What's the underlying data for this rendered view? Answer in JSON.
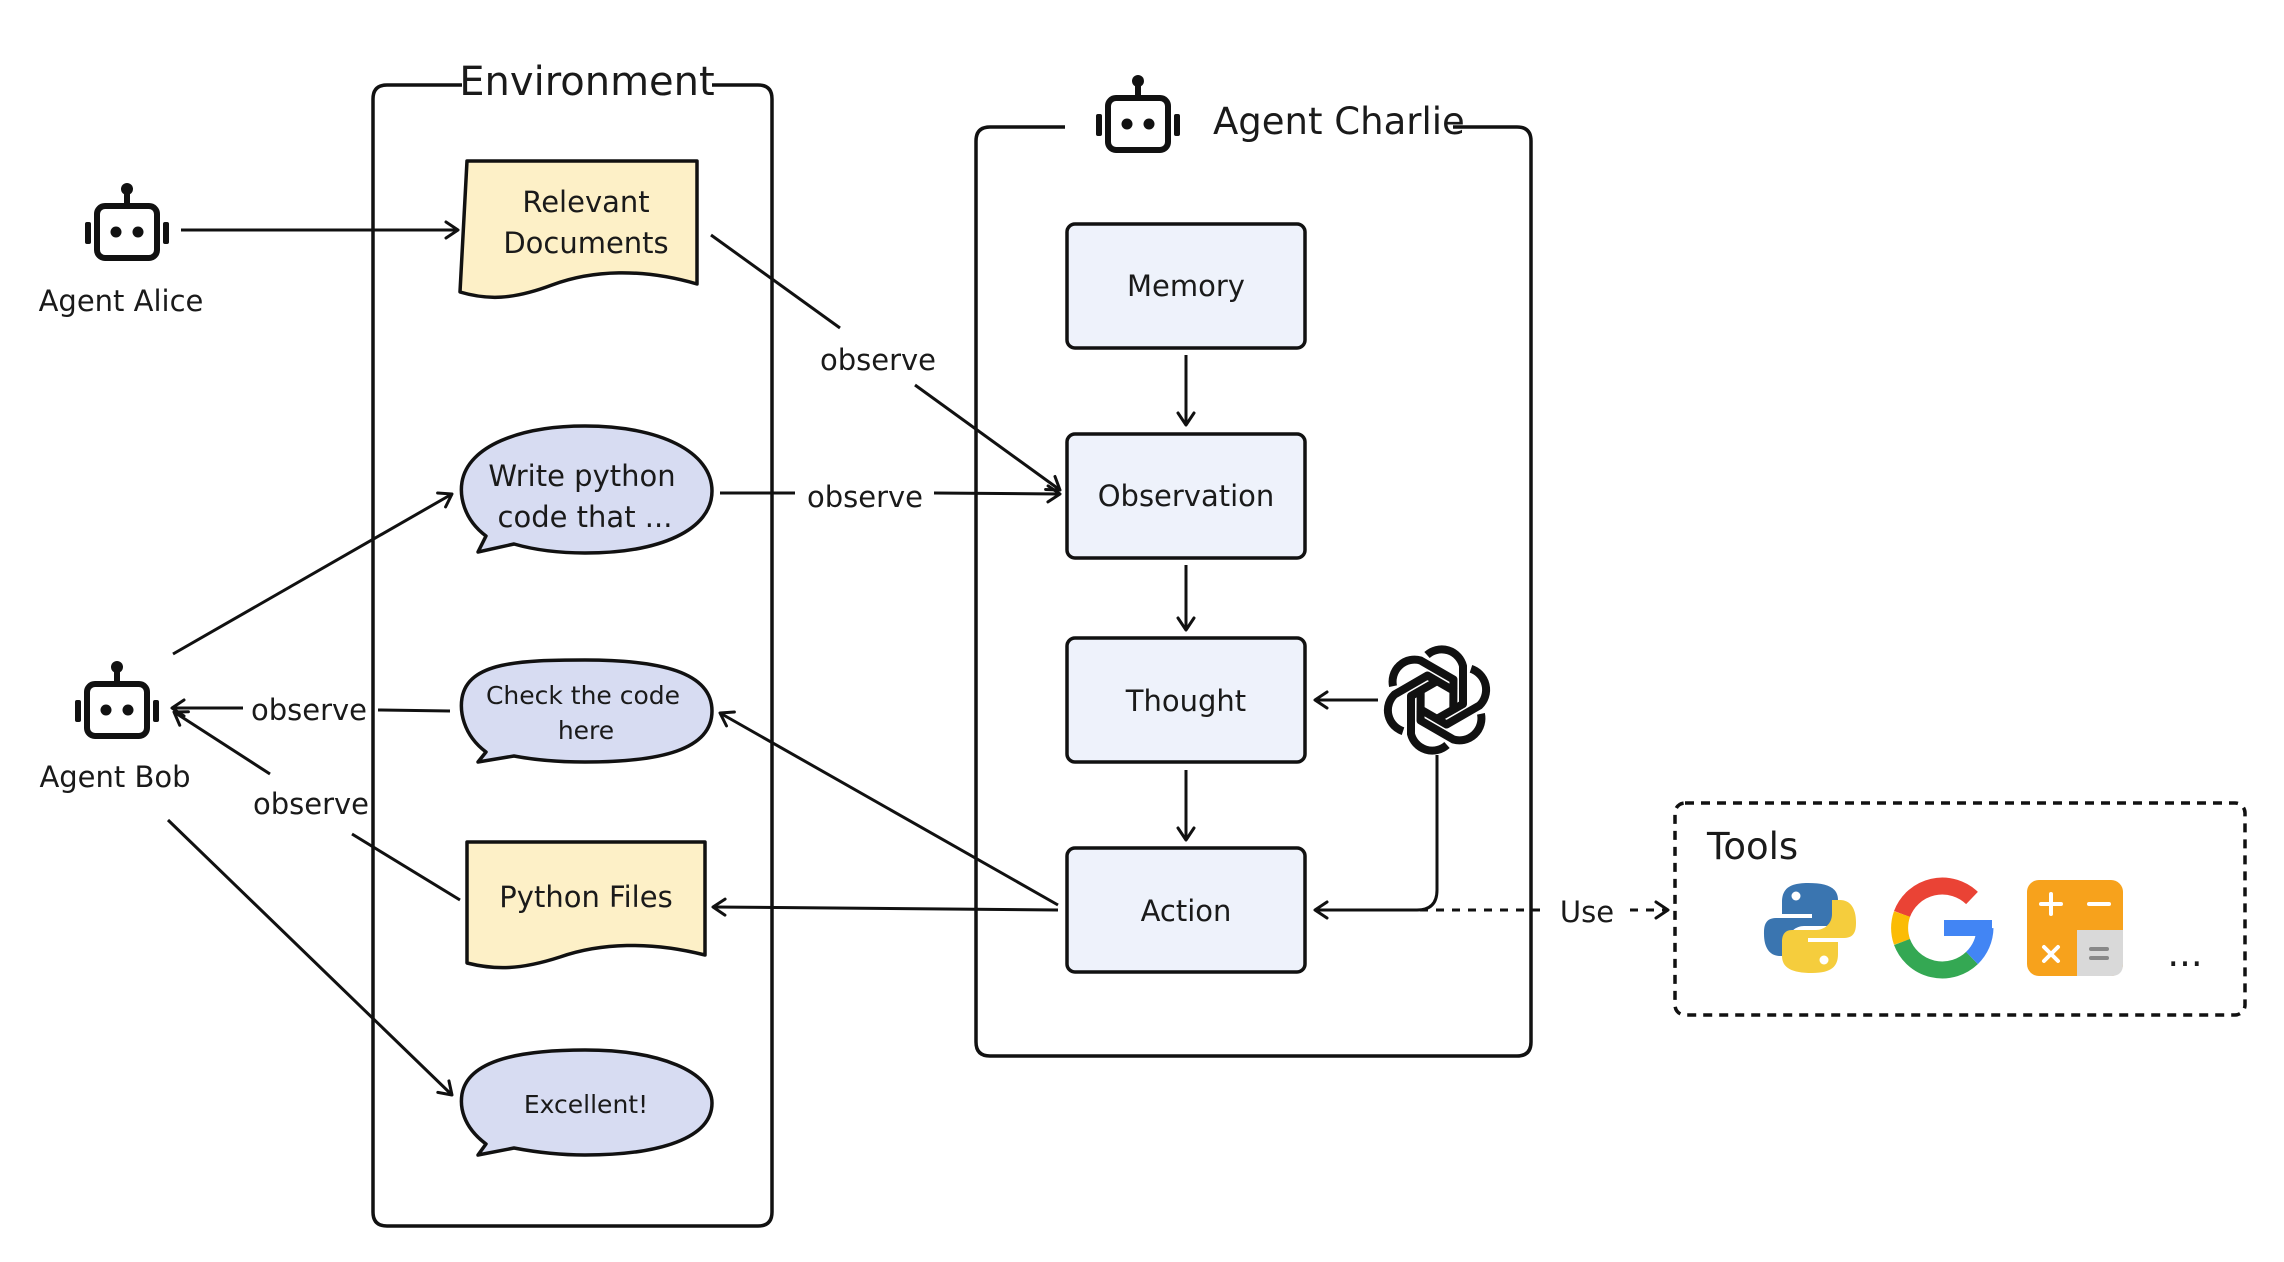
{
  "environment": {
    "title": "Environment"
  },
  "agents": {
    "alice": {
      "label": "Agent Alice"
    },
    "bob": {
      "label": "Agent Bob"
    },
    "charlie": {
      "label": "Agent Charlie"
    }
  },
  "env_items": {
    "relevant_docs": {
      "line1": "Relevant",
      "line2": "Documents"
    },
    "write_python": {
      "line1": "Write python",
      "line2": "code that ..."
    },
    "check_code": {
      "line1": "Check the code",
      "line2": "here"
    },
    "python_files": {
      "label": "Python Files"
    },
    "excellent": {
      "label": "Excellent!"
    }
  },
  "charlie_steps": {
    "memory": "Memory",
    "observation": "Observation",
    "thought": "Thought",
    "action": "Action"
  },
  "edge_labels": {
    "observe_docs": "observe",
    "observe_write": "observe",
    "bob_observe_check": "observe",
    "bob_observe_files": "observe",
    "use": "Use"
  },
  "tools": {
    "title": "Tools",
    "ellipsis": "...",
    "icons": [
      "python-icon",
      "google-icon",
      "calculator-icon"
    ]
  },
  "colors": {
    "document_fill": "#fdf0c7",
    "bubble_fill": "#d7dcf2",
    "step_fill": "#eef2fb",
    "stroke": "#111111",
    "python_blue": "#3a75b0",
    "python_yellow": "#f5cd3d",
    "google_blue": "#4285f4",
    "google_red": "#ea4335",
    "google_yellow": "#fbbc05",
    "google_green": "#34a853",
    "calc_orange": "#f7a21c"
  }
}
